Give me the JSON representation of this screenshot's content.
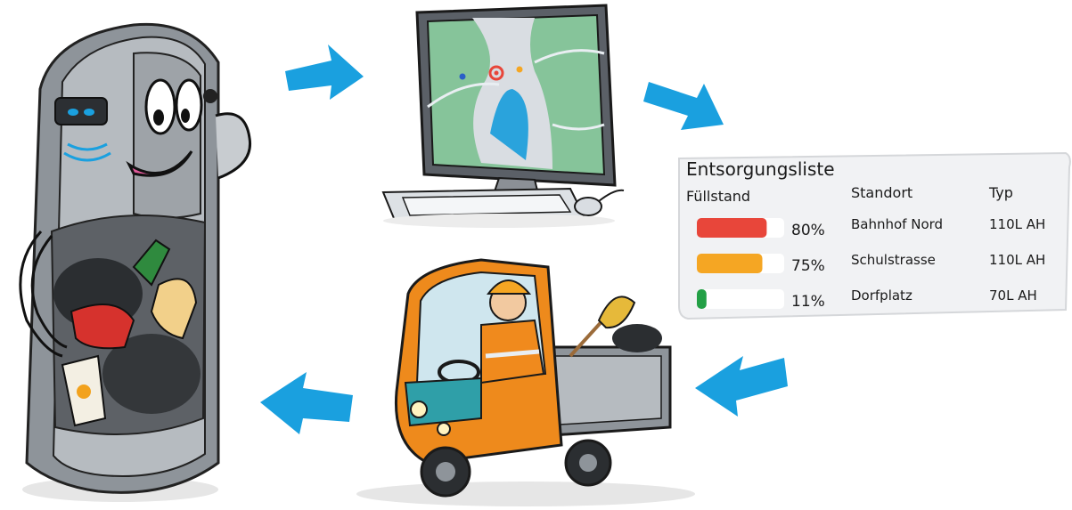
{
  "colors": {
    "arrow": "#1aa0df",
    "bin_body": "#9aa0a6",
    "map_water": "#2aa3dc",
    "map_land": "#86c49a",
    "truck": "#ee8a1c",
    "level_high": "#e8463a",
    "level_mid": "#f5a623",
    "level_low": "#23a046"
  },
  "icons": {
    "bin": "smart-waste-bin-icon",
    "computer": "computer-map-icon",
    "truck": "garbage-truck-icon",
    "arrow": "arrow-right-icon"
  },
  "list": {
    "title": "Entsorgungsliste",
    "headers": {
      "level": "Füllstand",
      "location": "Standort",
      "type": "Typ"
    },
    "rows": [
      {
        "level_label": "80%",
        "level_value": 80,
        "location": "Bahnhof Nord",
        "type": "110L AH",
        "color": "#e8463a"
      },
      {
        "level_label": "75%",
        "level_value": 75,
        "location": "Schulstrasse",
        "type": "110L AH",
        "color": "#f5a623"
      },
      {
        "level_label": "11%",
        "level_value": 11,
        "location": "Dorfplatz",
        "type": "70L AH",
        "color": "#23a046"
      }
    ]
  }
}
